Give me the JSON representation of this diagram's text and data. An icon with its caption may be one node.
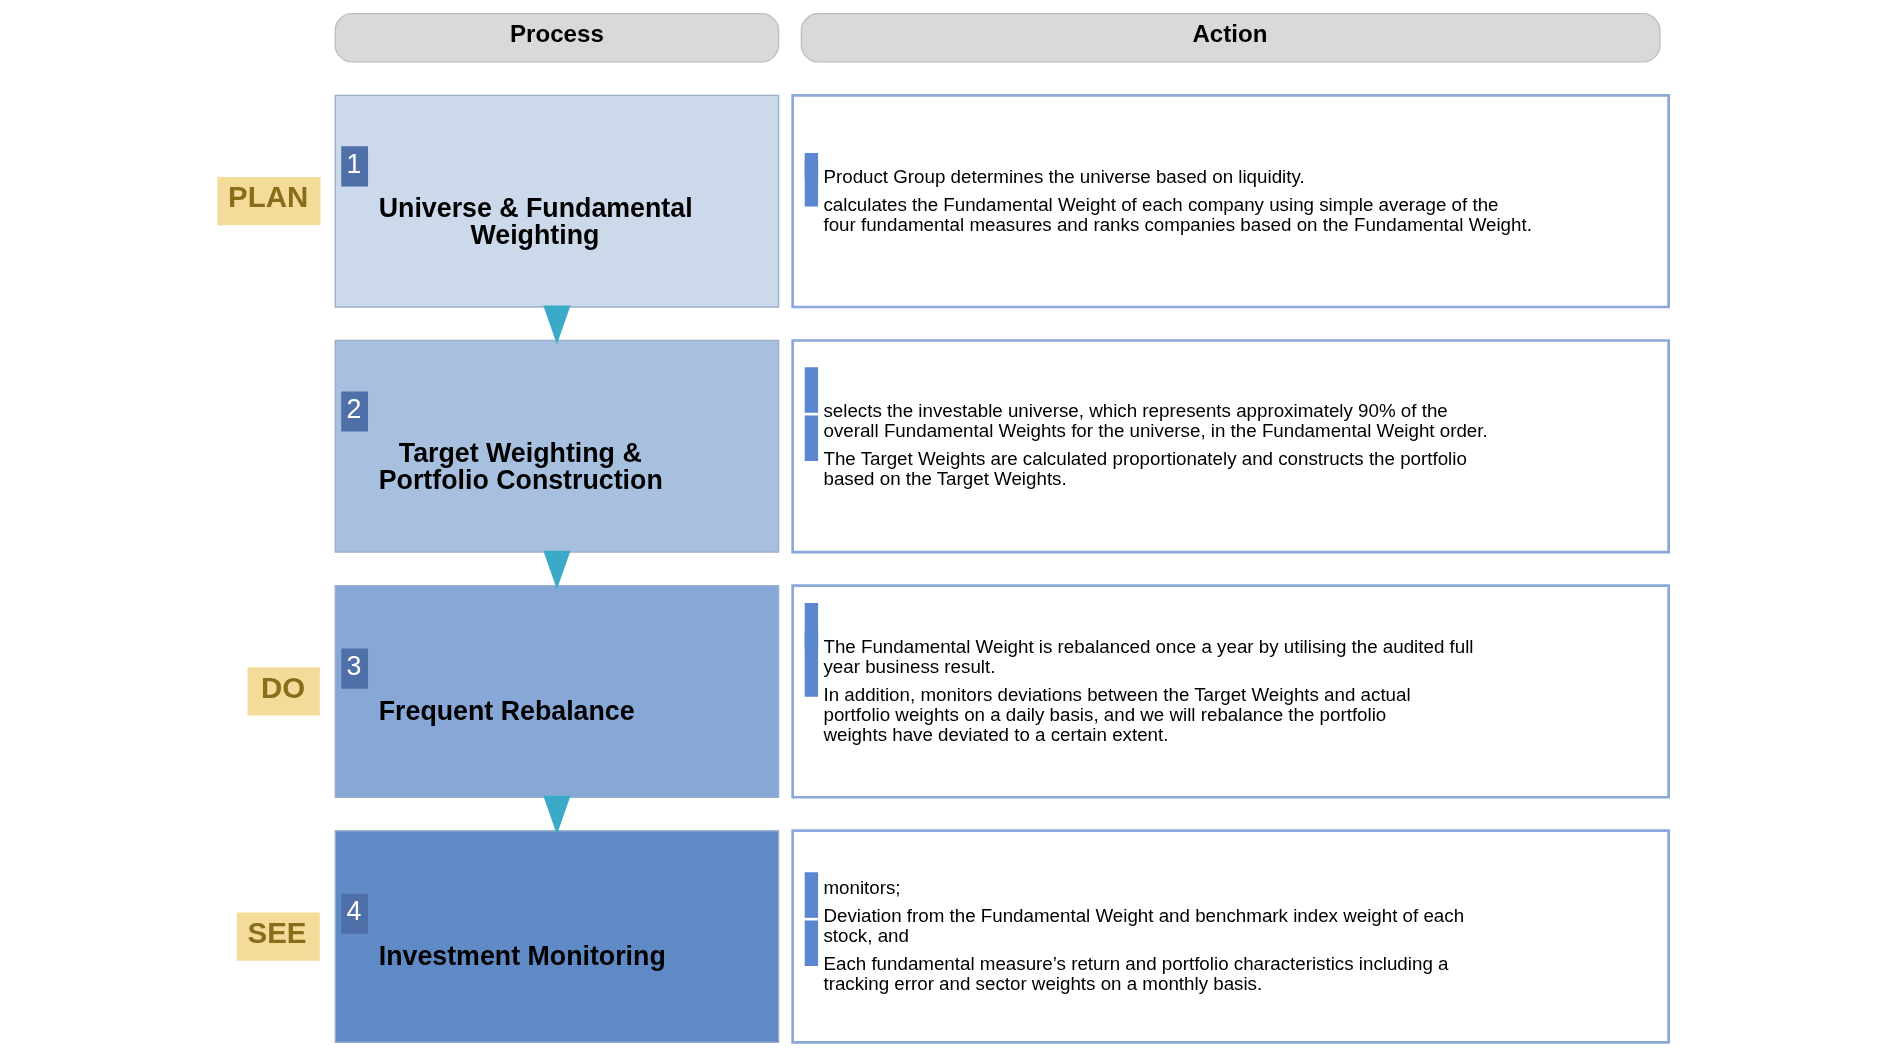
{
  "diagram": {
    "nodes": [
      {
        "text": [
          "Process"
        ]
      },
      {
        "text": [
          "Action"
        ]
      },
      {
        "text": [
          "1",
          "Universe & Fundamental Weighting"
        ]
      },
      {
        "text": [
          "Product Group determines the universe based on liquidity.",
          "calculates the Fundamental Weight of each company using simple average of the four fundamental measures and ranks companies based on the Fundamental Weight."
        ]
      },
      {
        "text": [
          "2",
          "Target Weighting & Portfolio Construction"
        ]
      },
      {
        "text": [
          "selects the investable universe, which represents approximately 90% of the overall Fundamental Weights for the universe, in the Fundamental Weight order.",
          "The Target Weights are calculated proportionately and constructs the portfolio based on the Target Weights."
        ]
      },
      {
        "text": [
          "3",
          "Frequent Rebalance"
        ]
      },
      {
        "text": [
          "The Fundamental Weight is rebalanced once a year by utilising the audited full year business result.",
          "In addition, monitors deviations between the Target Weights and actual portfolio weights on a daily basis, and we will rebalance the portfolio weights have deviated to a certain extent."
        ]
      },
      {
        "text": [
          "4",
          "Investment Monitoring"
        ]
      },
      {
        "text": [
          "monitors;",
          "Deviation from the Fundamental Weight and benchmark index weight of each stock, and",
          "Each fundamental measure’s return and portfolio characteristics including a tracking error and sector weights on a monthly basis."
        ]
      }
    ],
    "edges": [
      {
        "from": 2,
        "to": 4,
        "arrow": "to"
      },
      {
        "from": 4,
        "to": 6,
        "arrow": "to"
      },
      {
        "from": 6,
        "to": 8,
        "arrow": "to"
      }
    ],
    "labels": [
      "PLAN",
      "DO",
      "SEE"
    ]
  }
}
